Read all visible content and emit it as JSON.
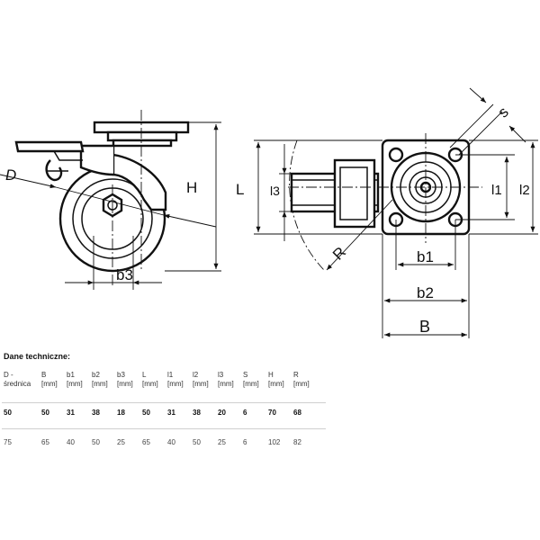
{
  "drawing_labels": {
    "D": "D",
    "H": "H",
    "b3": "b3",
    "L": "L",
    "l3": "l3",
    "R": "R",
    "s": "s",
    "l1": "l1",
    "l2": "l2",
    "b1": "b1",
    "b2": "b2",
    "B": "B"
  },
  "tech": {
    "title": "Dane techniczne:",
    "columns": [
      {
        "line1": "D -",
        "line2": "średnica"
      },
      {
        "line1": "B",
        "line2": "[mm]"
      },
      {
        "line1": "b1",
        "line2": "[mm]"
      },
      {
        "line1": "b2",
        "line2": "[mm]"
      },
      {
        "line1": "b3",
        "line2": "[mm]"
      },
      {
        "line1": "L",
        "line2": "[mm]"
      },
      {
        "line1": "l1",
        "line2": "[mm]"
      },
      {
        "line1": "l2",
        "line2": "[mm]"
      },
      {
        "line1": "l3",
        "line2": "[mm]"
      },
      {
        "line1": "S",
        "line2": "[mm]"
      },
      {
        "line1": "H",
        "line2": "[mm]"
      },
      {
        "line1": "R",
        "line2": "[mm]"
      }
    ],
    "rows": [
      [
        "50",
        "50",
        "31",
        "38",
        "18",
        "50",
        "31",
        "38",
        "20",
        "6",
        "70",
        "68"
      ],
      [
        "75",
        "65",
        "40",
        "50",
        "25",
        "65",
        "40",
        "50",
        "25",
        "6",
        "102",
        "82"
      ]
    ]
  }
}
